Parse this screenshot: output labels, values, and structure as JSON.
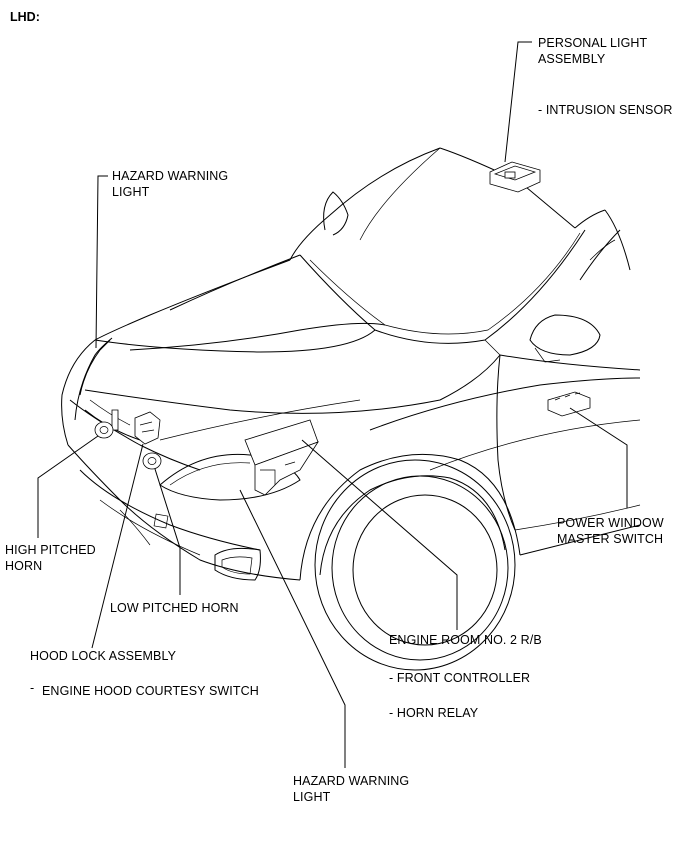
{
  "diagram": {
    "corner_label": "LHD:",
    "labels": {
      "personal_light_1": "PERSONAL LIGHT",
      "personal_light_2": "ASSEMBLY",
      "intrusion_sensor": "- INTRUSION SENSOR",
      "hazard_top_1": "HAZARD WARNING",
      "hazard_top_2": "LIGHT",
      "high_horn_1": "HIGH PITCHED",
      "high_horn_2": "HORN",
      "low_horn": "LOW PITCHED HORN",
      "hood_lock": "HOOD LOCK ASSEMBLY",
      "courtesy_switch": "ENGINE HOOD COURTESY SWITCH",
      "courtesy_dash": "-",
      "power_window_1": "POWER WINDOW",
      "power_window_2": "MASTER SWITCH",
      "engine_room": "ENGINE ROOM NO. 2 R/B",
      "front_controller": "- FRONT CONTROLLER",
      "horn_relay": "- HORN RELAY",
      "hazard_bottom_1": "HAZARD WARNING",
      "hazard_bottom_2": "LIGHT"
    }
  }
}
